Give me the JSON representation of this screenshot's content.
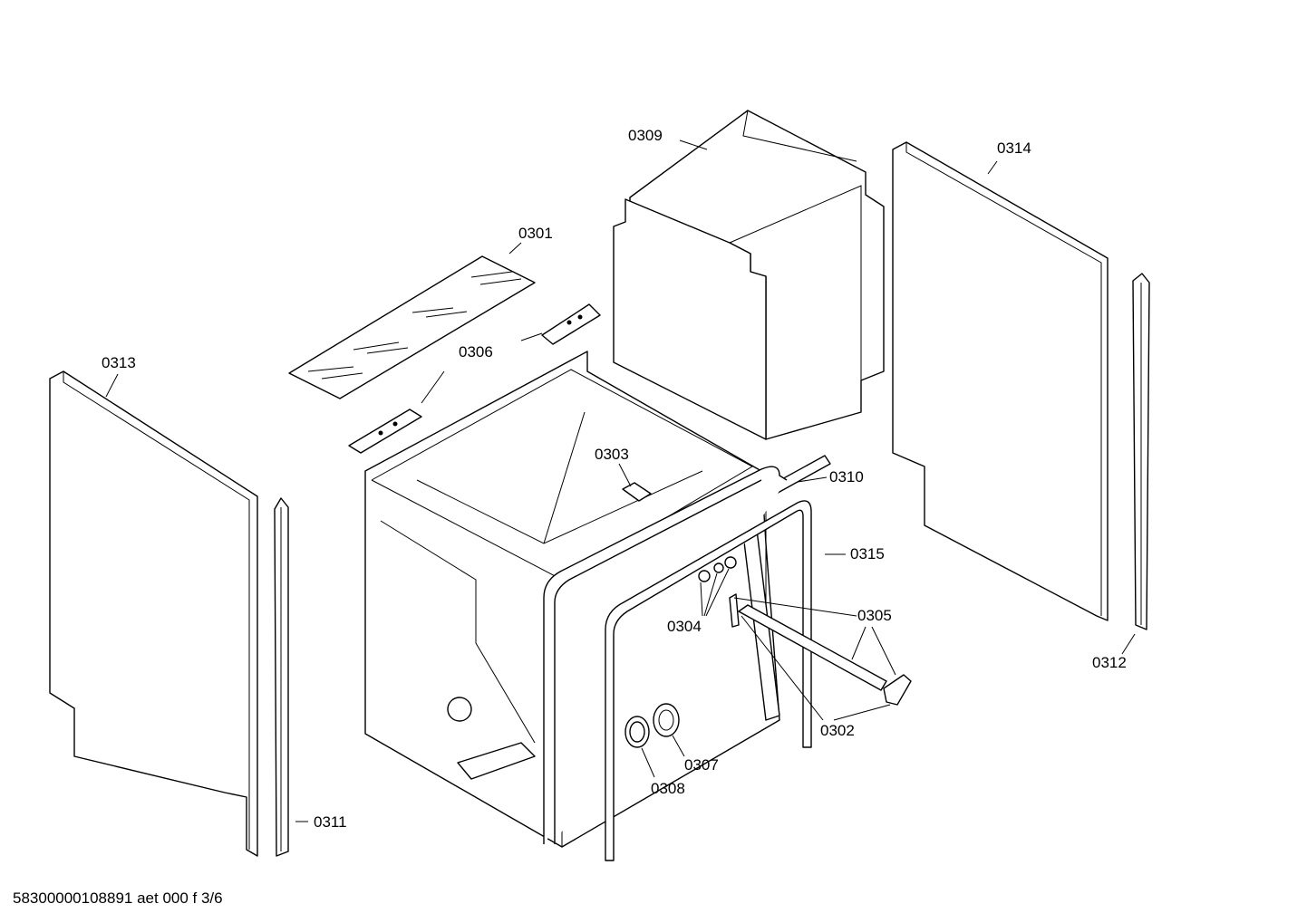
{
  "diagram": {
    "labels": {
      "p0301": "0301",
      "p0302": "0302",
      "p0303": "0303",
      "p0304": "0304",
      "p0305": "0305",
      "p0306": "0306",
      "p0307": "0307",
      "p0308": "0308",
      "p0309": "0309",
      "p0310": "0310",
      "p0311": "0311",
      "p0312": "0312",
      "p0313": "0313",
      "p0314": "0314",
      "p0315": "0315"
    },
    "footer": "58300000108891 aet 000 f 3/6"
  }
}
